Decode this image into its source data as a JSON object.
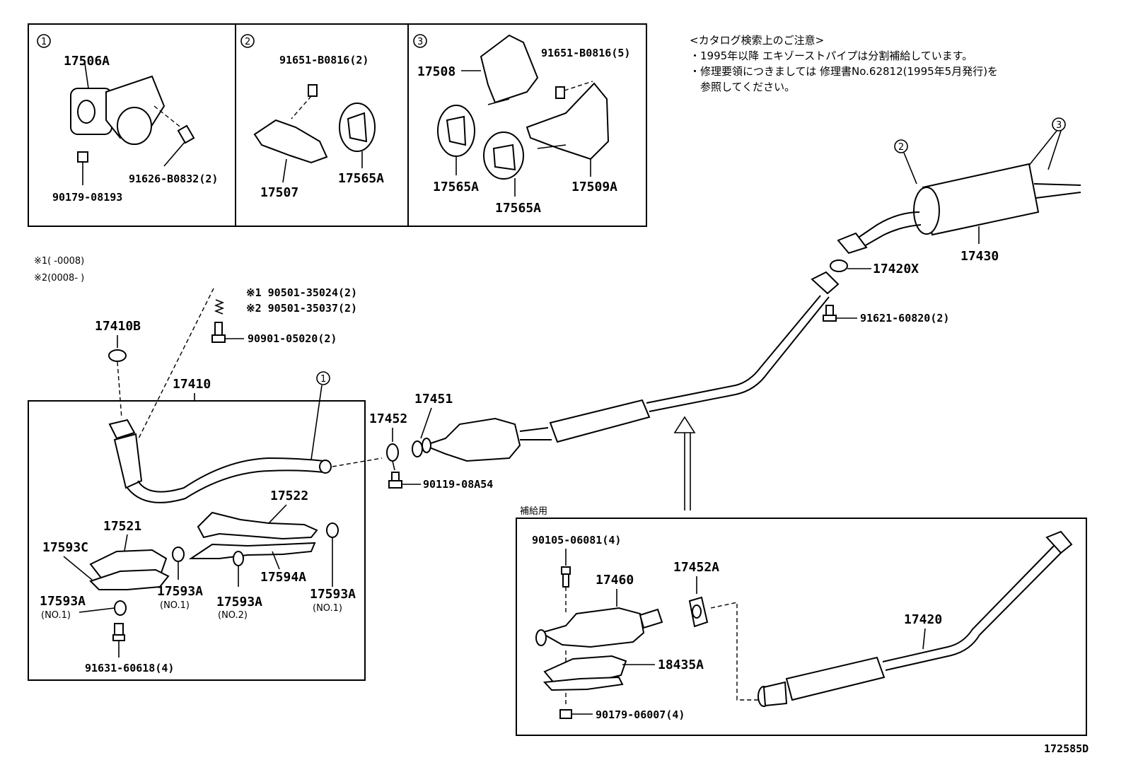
{
  "boxes": {
    "box1": {
      "num": "1",
      "parts": [
        "17506A",
        "91626-B0832(2)",
        "90179-08193"
      ]
    },
    "box2": {
      "num": "2",
      "parts": [
        "91651-B0816(2)",
        "17507",
        "17565A"
      ]
    },
    "box3": {
      "num": "3",
      "parts": [
        "17508",
        "91651-B0816(5)",
        "17565A",
        "17565A",
        "17509A"
      ]
    }
  },
  "notes": {
    "header": "<カタログ検索上のご注意>",
    "line1": "・1995年以降 エキゾーストパイプは分割補給しています。",
    "line2": "・修理要領につきましては 修理書No.62812(1995年5月発行)を",
    "line3": "参照してください。"
  },
  "legend": {
    "l1": "※1(      -0008)",
    "l2": "※2(0008-      )"
  },
  "labels": {
    "p17410B": "17410B",
    "pSpring1": "※1 90501-35024(2)",
    "pSpring2": "※2 90501-35037(2)",
    "p90901": "90901-05020(2)",
    "p17410": "17410",
    "c1": "1",
    "p17452": "17452",
    "p17451": "17451",
    "p90119": "90119-08A54",
    "p17522": "17522",
    "p17521": "17521",
    "p17593C": "17593C",
    "p17593A_a": "17593A",
    "no1_a": "(NO.1)",
    "p17593A_b": "17593A",
    "no2": "(NO.2)",
    "p17594A": "17594A",
    "p17593A_c": "17593A",
    "no1_c": "(NO.1)",
    "p17593A_d": "17593A",
    "no1_d": "(NO.1)",
    "p91631": "91631-60618(4)",
    "c2": "2",
    "c3": "3",
    "p17430": "17430",
    "p17420X": "17420X",
    "p91621": "91621-60820(2)",
    "supply": "補給用",
    "p90105": "90105-06081(4)",
    "p17460": "17460",
    "p17452A": "17452A",
    "p18435A": "18435A",
    "p90179b": "90179-06007(4)",
    "p17420": "17420",
    "code": "172585D"
  }
}
